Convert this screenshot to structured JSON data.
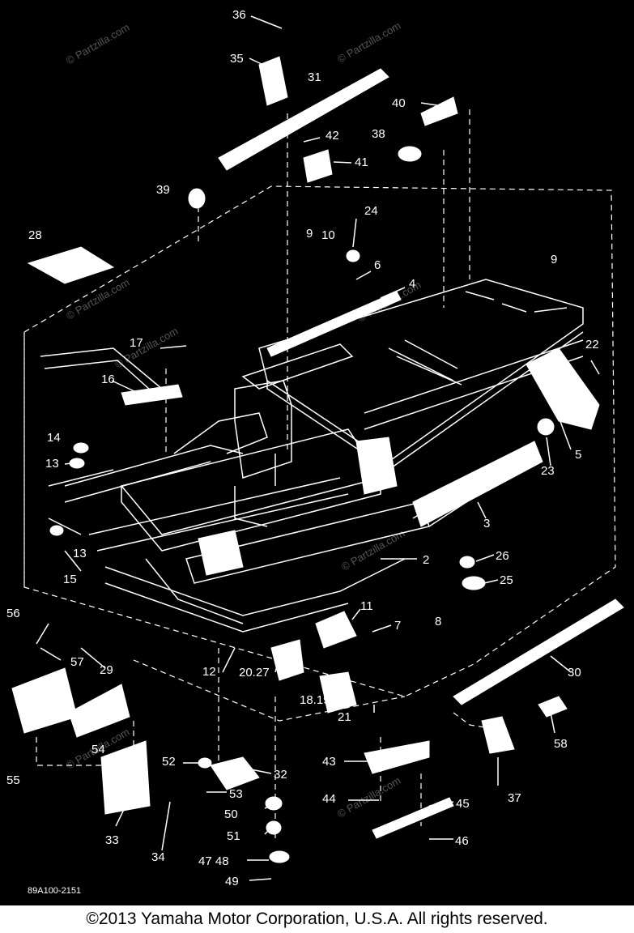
{
  "diagram": {
    "callouts": [
      {
        "id": "c36",
        "label": "36"
      },
      {
        "id": "c35",
        "label": "35"
      },
      {
        "id": "c31",
        "label": "31"
      },
      {
        "id": "c40",
        "label": "40"
      },
      {
        "id": "c42",
        "label": "42"
      },
      {
        "id": "c38",
        "label": "38"
      },
      {
        "id": "c41",
        "label": "41"
      },
      {
        "id": "c39",
        "label": "39"
      },
      {
        "id": "c24",
        "label": "24"
      },
      {
        "id": "c28",
        "label": "28"
      },
      {
        "id": "c9a",
        "label": "9"
      },
      {
        "id": "c10",
        "label": "10"
      },
      {
        "id": "c6",
        "label": "6"
      },
      {
        "id": "c9b",
        "label": "9"
      },
      {
        "id": "c4",
        "label": "4"
      },
      {
        "id": "c17",
        "label": "17"
      },
      {
        "id": "c22",
        "label": "22"
      },
      {
        "id": "c16",
        "label": "16"
      },
      {
        "id": "c14",
        "label": "14"
      },
      {
        "id": "c13a",
        "label": "13"
      },
      {
        "id": "c5",
        "label": "5"
      },
      {
        "id": "c23",
        "label": "23"
      },
      {
        "id": "c3",
        "label": "3"
      },
      {
        "id": "c13b",
        "label": "13"
      },
      {
        "id": "c2",
        "label": "2"
      },
      {
        "id": "c26",
        "label": "26"
      },
      {
        "id": "c15",
        "label": "15"
      },
      {
        "id": "c25",
        "label": "25"
      },
      {
        "id": "c56",
        "label": "56"
      },
      {
        "id": "c11",
        "label": "11"
      },
      {
        "id": "c8",
        "label": "8"
      },
      {
        "id": "c7",
        "label": "7"
      },
      {
        "id": "c57",
        "label": "57"
      },
      {
        "id": "c29",
        "label": "29"
      },
      {
        "id": "c12",
        "label": "12"
      },
      {
        "id": "c2027",
        "label": "20.27"
      },
      {
        "id": "c30",
        "label": "30"
      },
      {
        "id": "c1819",
        "label": "18.19"
      },
      {
        "id": "c21",
        "label": "21"
      },
      {
        "id": "c54",
        "label": "54"
      },
      {
        "id": "c58",
        "label": "58"
      },
      {
        "id": "c55",
        "label": "55"
      },
      {
        "id": "c43",
        "label": "43"
      },
      {
        "id": "c52",
        "label": "52"
      },
      {
        "id": "c32",
        "label": "32"
      },
      {
        "id": "c53",
        "label": "53"
      },
      {
        "id": "c37",
        "label": "37"
      },
      {
        "id": "c44",
        "label": "44"
      },
      {
        "id": "c45",
        "label": "45"
      },
      {
        "id": "c50",
        "label": "50"
      },
      {
        "id": "c33",
        "label": "33"
      },
      {
        "id": "c51",
        "label": "51"
      },
      {
        "id": "c46",
        "label": "46"
      },
      {
        "id": "c34",
        "label": "34"
      },
      {
        "id": "c4748",
        "label": "47 48"
      },
      {
        "id": "c49",
        "label": "49"
      }
    ],
    "drawing_code": "89A100-2151",
    "watermark": "© Partzilla.com"
  },
  "footer": {
    "copyright": "©2013  Yamaha Motor Corporation, U.S.A. All rights reserved."
  },
  "colors": {
    "background": "#000000",
    "lines": "#ffffff",
    "footer_bg": "#ffffff",
    "footer_text": "#000000"
  }
}
